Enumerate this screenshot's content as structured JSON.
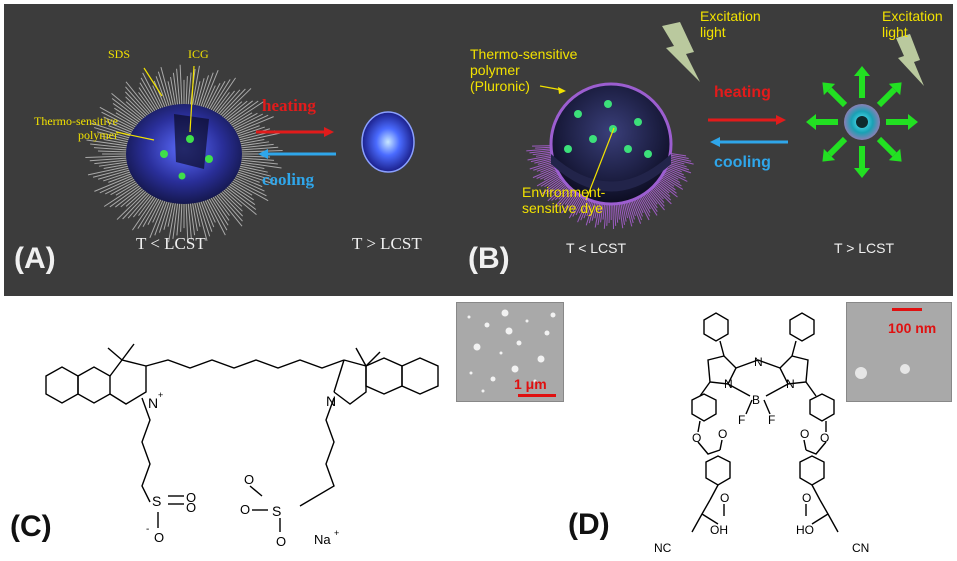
{
  "panelA": {
    "letter": "(A)",
    "label_sds": "SDS",
    "label_icg": "ICG",
    "label_polymer_line1": "Thermo-sensitive",
    "label_polymer_line2": "polymer",
    "heating": "heating",
    "cooling": "cooling",
    "below": "T < LCST",
    "above": "T > LCST"
  },
  "panelB": {
    "letter": "(B)",
    "excitation1_line1": "Excitation",
    "excitation1_line2": "light",
    "excitation2_line1": "Excitation",
    "excitation2_line2": "light",
    "polymer_line1": "Thermo-sensitive",
    "polymer_line2": "polymer",
    "polymer_line3": "(Pluronic)",
    "dye_line1": "Environment-",
    "dye_line2": "sensitive dye",
    "heating": "heating",
    "cooling": "cooling",
    "below": "T < LCST",
    "above": "T > LCST"
  },
  "panelC": {
    "letter": "(C)",
    "scale": "1 μm",
    "atoms": {
      "n_plus": "N",
      "plus": "+",
      "n": "N",
      "s1": "S",
      "s2": "S",
      "o1": "O",
      "o2": "O",
      "o3": "O",
      "o4": "O",
      "o5": "O",
      "o6": "O",
      "minus": "-",
      "na": "Na",
      "na_plus": "+"
    }
  },
  "panelD": {
    "letter": "(D)",
    "scale": "100 nm",
    "atoms": {
      "n1": "N",
      "n2": "N",
      "n3": "N",
      "b": "B",
      "f1": "F",
      "f2": "F",
      "o1": "O",
      "o2": "O",
      "o3": "O",
      "o4": "O",
      "nc": "NC",
      "cn": "CN",
      "oh1": "OH",
      "ho": "HO",
      "o5": "O",
      "o6": "O"
    }
  },
  "colors": {
    "panel_bg": "#3c3c3c",
    "heating": "#e21b1b",
    "cooling": "#2fa6ea",
    "label_yellow": "#f2e200",
    "arrow_green": "#22e022",
    "scale_red": "#e01010"
  }
}
